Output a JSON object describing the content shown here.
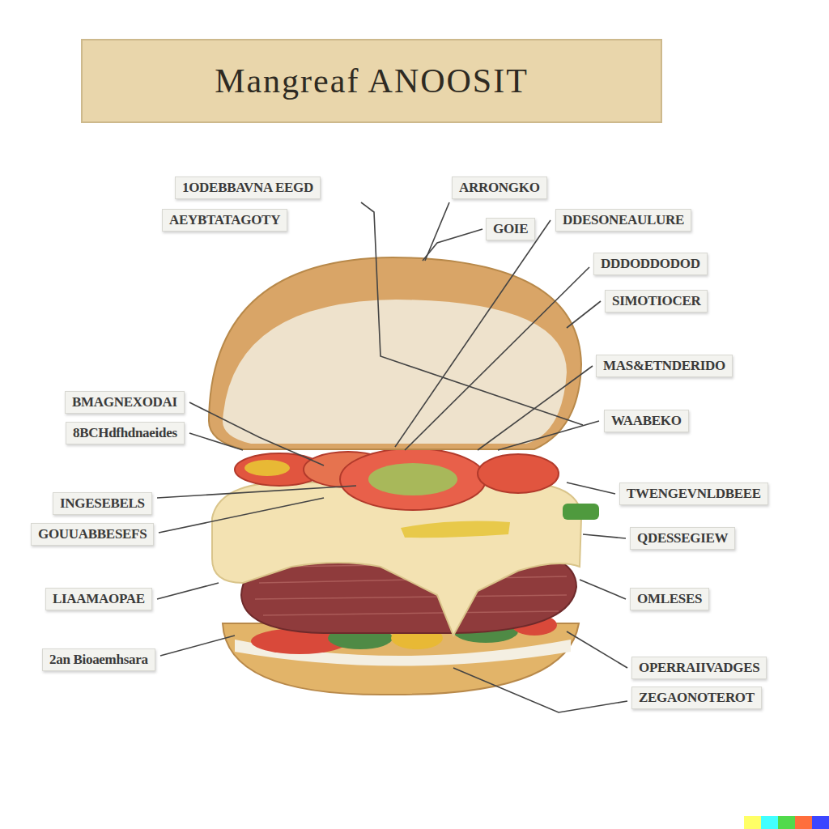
{
  "diagram": {
    "title": "Mangreaf ANOOSIT",
    "nodes": [
      {
        "text": [
          "1ODEBBAVNA EEGD"
        ]
      },
      {
        "text": [
          "AEYBTATAGOTY"
        ]
      },
      {
        "text": [
          "ARRONGKO"
        ]
      },
      {
        "text": [
          "GOIE"
        ]
      },
      {
        "text": [
          "DDESONEAULURE"
        ]
      },
      {
        "text": [
          "DDDODDODOD"
        ]
      },
      {
        "text": [
          "SIMOTIOCER"
        ]
      },
      {
        "text": [
          "MAS&ETNDERIDO"
        ]
      },
      {
        "text": [
          "BMAGNEXODAI"
        ]
      },
      {
        "text": [
          "WAABEKO"
        ]
      },
      {
        "text": [
          "8BCHdfhdnaeides"
        ]
      },
      {
        "text": [
          "TWENGEVNLDBEEE"
        ]
      },
      {
        "text": [
          "INGESEBELS"
        ]
      },
      {
        "text": [
          "GOUUABBESEFS"
        ]
      },
      {
        "text": [
          "QDESSEGIEW"
        ]
      },
      {
        "text": [
          "LIAAMAOPAE"
        ]
      },
      {
        "text": [
          "OMLESES"
        ]
      },
      {
        "text": [
          "2an Bioaemhsara"
        ]
      },
      {
        "text": [
          "OPERRAIIVADGES"
        ]
      },
      {
        "text": [
          "ZEGAONOTEROT"
        ]
      }
    ]
  }
}
